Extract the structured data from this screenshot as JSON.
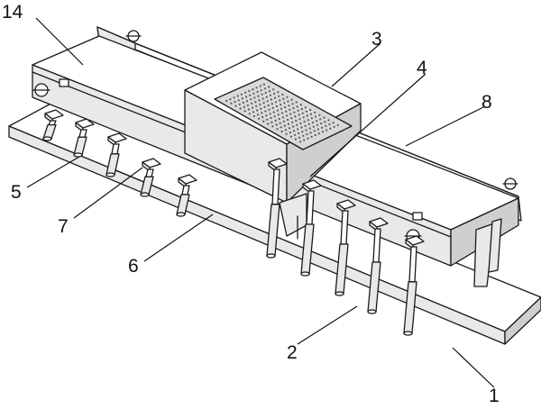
{
  "figure": {
    "labels": [
      {
        "id": "label-14",
        "text": "14"
      },
      {
        "id": "label-3",
        "text": "3"
      },
      {
        "id": "label-4",
        "text": "4"
      },
      {
        "id": "label-8",
        "text": "8"
      },
      {
        "id": "label-5",
        "text": "5"
      },
      {
        "id": "label-7",
        "text": "7"
      },
      {
        "id": "label-6",
        "text": "6"
      },
      {
        "id": "label-2",
        "text": "2"
      },
      {
        "id": "label-1",
        "text": "1"
      }
    ]
  }
}
